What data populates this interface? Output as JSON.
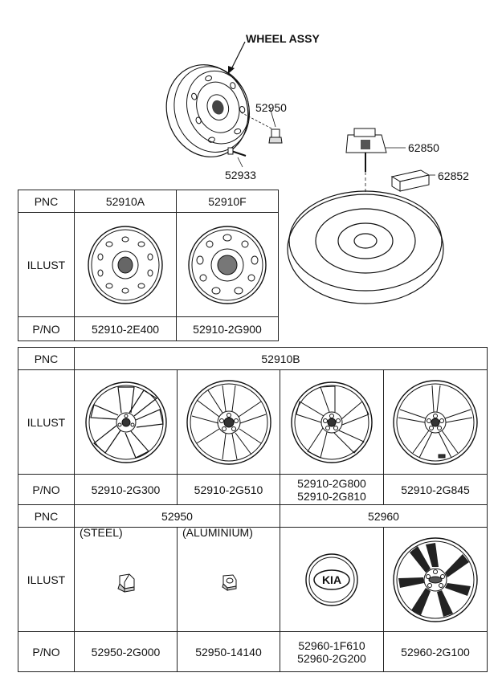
{
  "top": {
    "title": "WHEEL ASSY",
    "callouts": [
      "52950",
      "52933",
      "62850",
      "62852"
    ]
  },
  "tables": [
    {
      "pnc_label": "PNC",
      "illust_label": "ILLUST",
      "pno_label": "P/NO",
      "columns": [
        {
          "pnc": "52910A",
          "pno": [
            "52910-2E400"
          ]
        },
        {
          "pnc": "52910F",
          "pno": [
            "52910-2G900"
          ]
        }
      ]
    },
    {
      "pnc_label": "PNC",
      "illust_label": "ILLUST",
      "pno_label": "P/NO",
      "group_pnc": "52910B",
      "columns": [
        {
          "pno": [
            "52910-2G300"
          ]
        },
        {
          "pno": [
            "52910-2G510"
          ]
        },
        {
          "pno": [
            "52910-2G800",
            "52910-2G810"
          ]
        },
        {
          "pno": [
            "52910-2G845"
          ]
        }
      ]
    },
    {
      "pnc_label": "PNC",
      "illust_label": "ILLUST",
      "pno_label": "P/NO",
      "groups": [
        "52950",
        "52960"
      ],
      "columns": [
        {
          "note": "(STEEL)",
          "pno": [
            "52950-2G000"
          ]
        },
        {
          "note": "(ALUMINIUM)",
          "pno": [
            "52950-14140"
          ]
        },
        {
          "pno": [
            "52960-1F610",
            "52960-2G200"
          ]
        },
        {
          "pno": [
            "52960-2G100"
          ]
        }
      ]
    }
  ],
  "logo_text": "KIA"
}
